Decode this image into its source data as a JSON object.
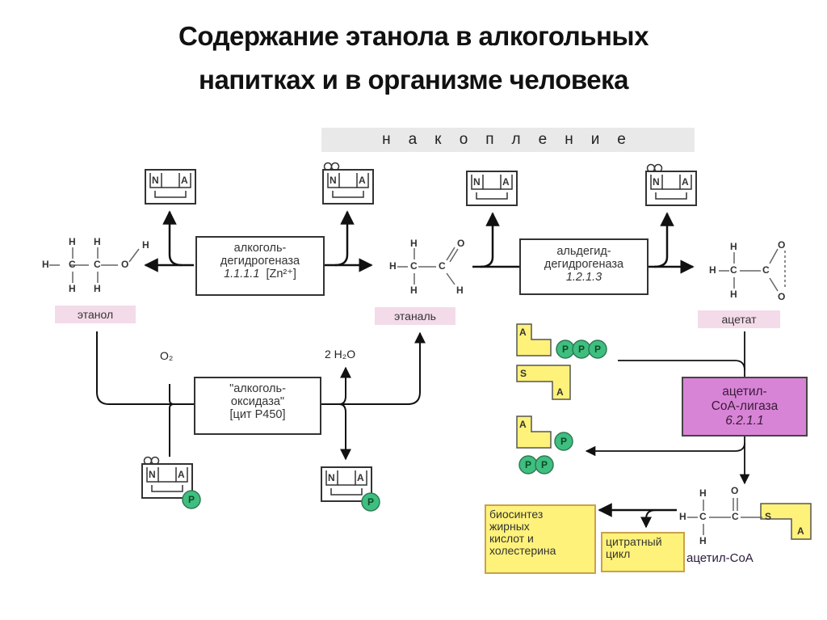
{
  "title_line1": "Содержание этанола в алкогольных",
  "title_line2": "напитках и в организме человека",
  "accumulation_label": "накопление",
  "compounds": {
    "ethanol": "этанол",
    "ethanal": "этаналь",
    "acetate": "ацетат",
    "acetyl_coa": "ацетил-СоА"
  },
  "enzymes": {
    "adh": {
      "line1": "алкоголь-",
      "line2": "дегидрогеназа",
      "ec": "1.1.1.1",
      "cofactor": "[Zn²⁺]"
    },
    "aldh": {
      "line1": "альдегид-",
      "line2": "дегидрогеназа",
      "ec": "1.2.1.3"
    },
    "oxidase": {
      "line1": "\"алкоголь-",
      "line2": "оксидаза\"",
      "line3": "[цит P450]"
    },
    "ligase": {
      "line1": "ацетил-",
      "line2": "СоА-лигаза",
      "ec": "6.2.1.1"
    }
  },
  "reagents": {
    "o2": "O₂",
    "water": "2 H₂O"
  },
  "cofactor_symbols": {
    "n": "N",
    "a": "A",
    "p": "P",
    "s": "S",
    "h": "H",
    "c": "C",
    "o": "O"
  },
  "outcomes": {
    "biosynthesis": [
      "биосинтез",
      "жирных",
      "кислот и",
      "холестерина"
    ],
    "citrate_cycle": [
      "цитратный",
      "цикл"
    ]
  },
  "colors": {
    "pink_label": "#f4dbe9",
    "purple_enzyme": "#d884d6",
    "yellow": "#fff27a",
    "green_phosphate": "#3fbf7f",
    "band_gray": "#e9e9e9"
  }
}
